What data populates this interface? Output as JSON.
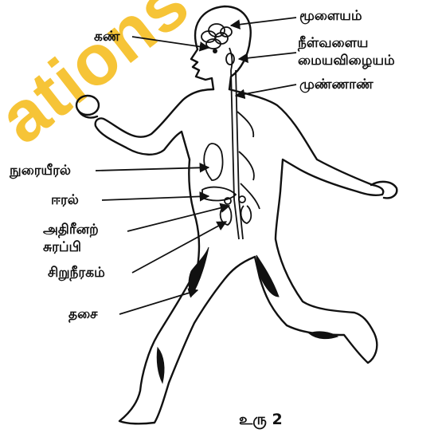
{
  "watermark": {
    "text": "ations"
  },
  "labels": {
    "brain": "மூளையம்",
    "medulla_line1": "நீள்வளைய",
    "medulla_line2": "மையவிழையம்",
    "spinal_cord": "முண்ணாண்",
    "eye": "கண்",
    "lungs": "நுரையீரல்",
    "liver": "ஈரல்",
    "adrenal_line1": "அதிரீனற்",
    "adrenal_line2": "சுரப்பி",
    "kidney": "சிறுநீரகம்",
    "muscle": "தசை"
  },
  "caption": "உரு 2",
  "colors": {
    "ink": "#111111",
    "watermark": "#f4b400"
  }
}
